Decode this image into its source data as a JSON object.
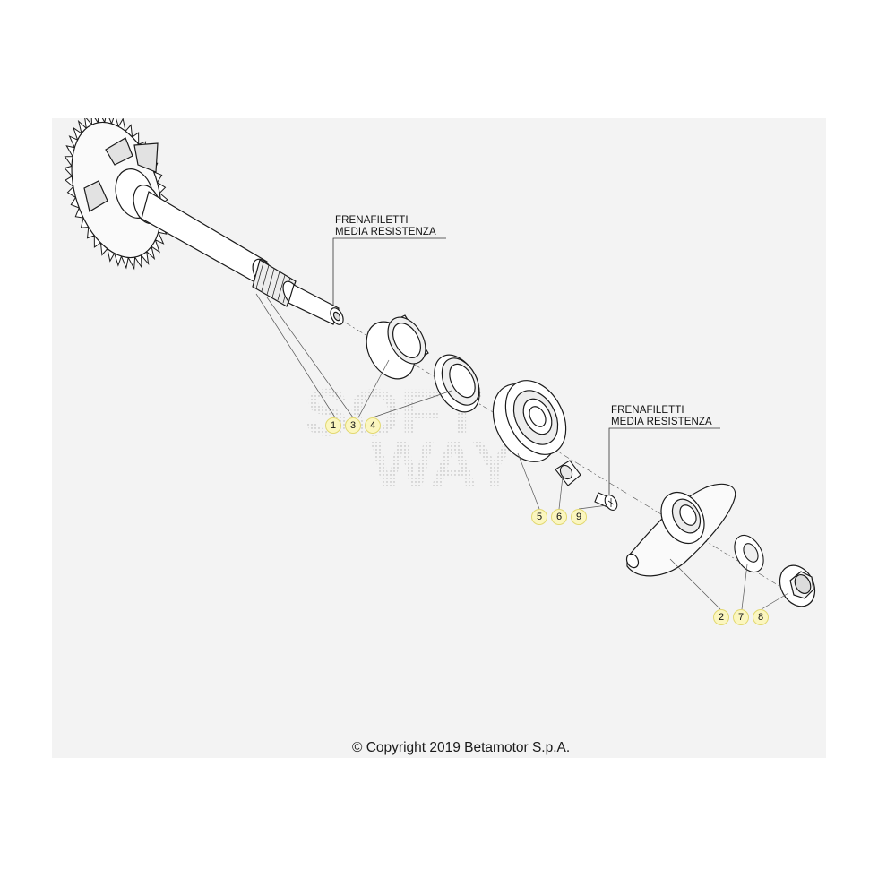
{
  "notes": [
    {
      "id": "note-1",
      "lines": [
        "FRENAFILETTI",
        "MEDIA RESISTENZA"
      ]
    },
    {
      "id": "note-2",
      "lines": [
        "FRENAFILETTI",
        "MEDIA RESISTENZA"
      ]
    }
  ],
  "callouts": [
    "1",
    "3",
    "4",
    "5",
    "6",
    "9",
    "2",
    "7",
    "8"
  ],
  "copyright": "© Copyright 2019 Betamotor S.p.A.",
  "watermark": "SOFT WAY",
  "colors": {
    "background": "#ffffff",
    "sheet": "#f3f3f3",
    "line": "#1a1a1a",
    "callout_fill": "#fbf6bf",
    "callout_border": "#e2d870"
  }
}
